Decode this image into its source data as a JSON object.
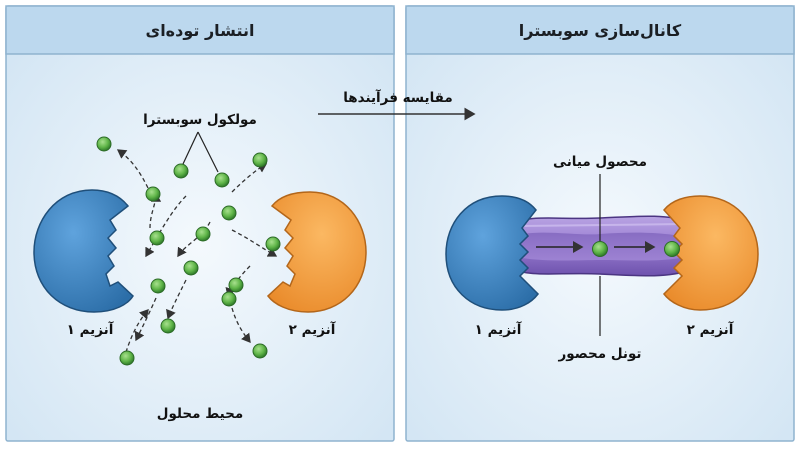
{
  "panels": {
    "left": {
      "title": "انتشار توده‌ای",
      "molecule_label": "مولکول سوبسترا",
      "enzyme1_label": "آنزیم ۱",
      "enzyme2_label": "آنزیم ۲",
      "medium_label": "محیط محلول"
    },
    "right": {
      "title": "کانال‌سازی سوبسترا",
      "intermediate_label": "محصول میانی",
      "tunnel_label": "تونل محصور",
      "enzyme1_label": "آنزیم ۱",
      "enzyme2_label": "آنزیم ۲"
    }
  },
  "compare_label": "مقایسه فرآیندها",
  "colors": {
    "enzyme1": "#3f88c5",
    "enzyme2": "#f5a142",
    "molecule": "#5fb548",
    "tunnel": "#8b6dc4",
    "panel_bg": "#dbeaf6",
    "header_bg": "#bcd8ee"
  }
}
